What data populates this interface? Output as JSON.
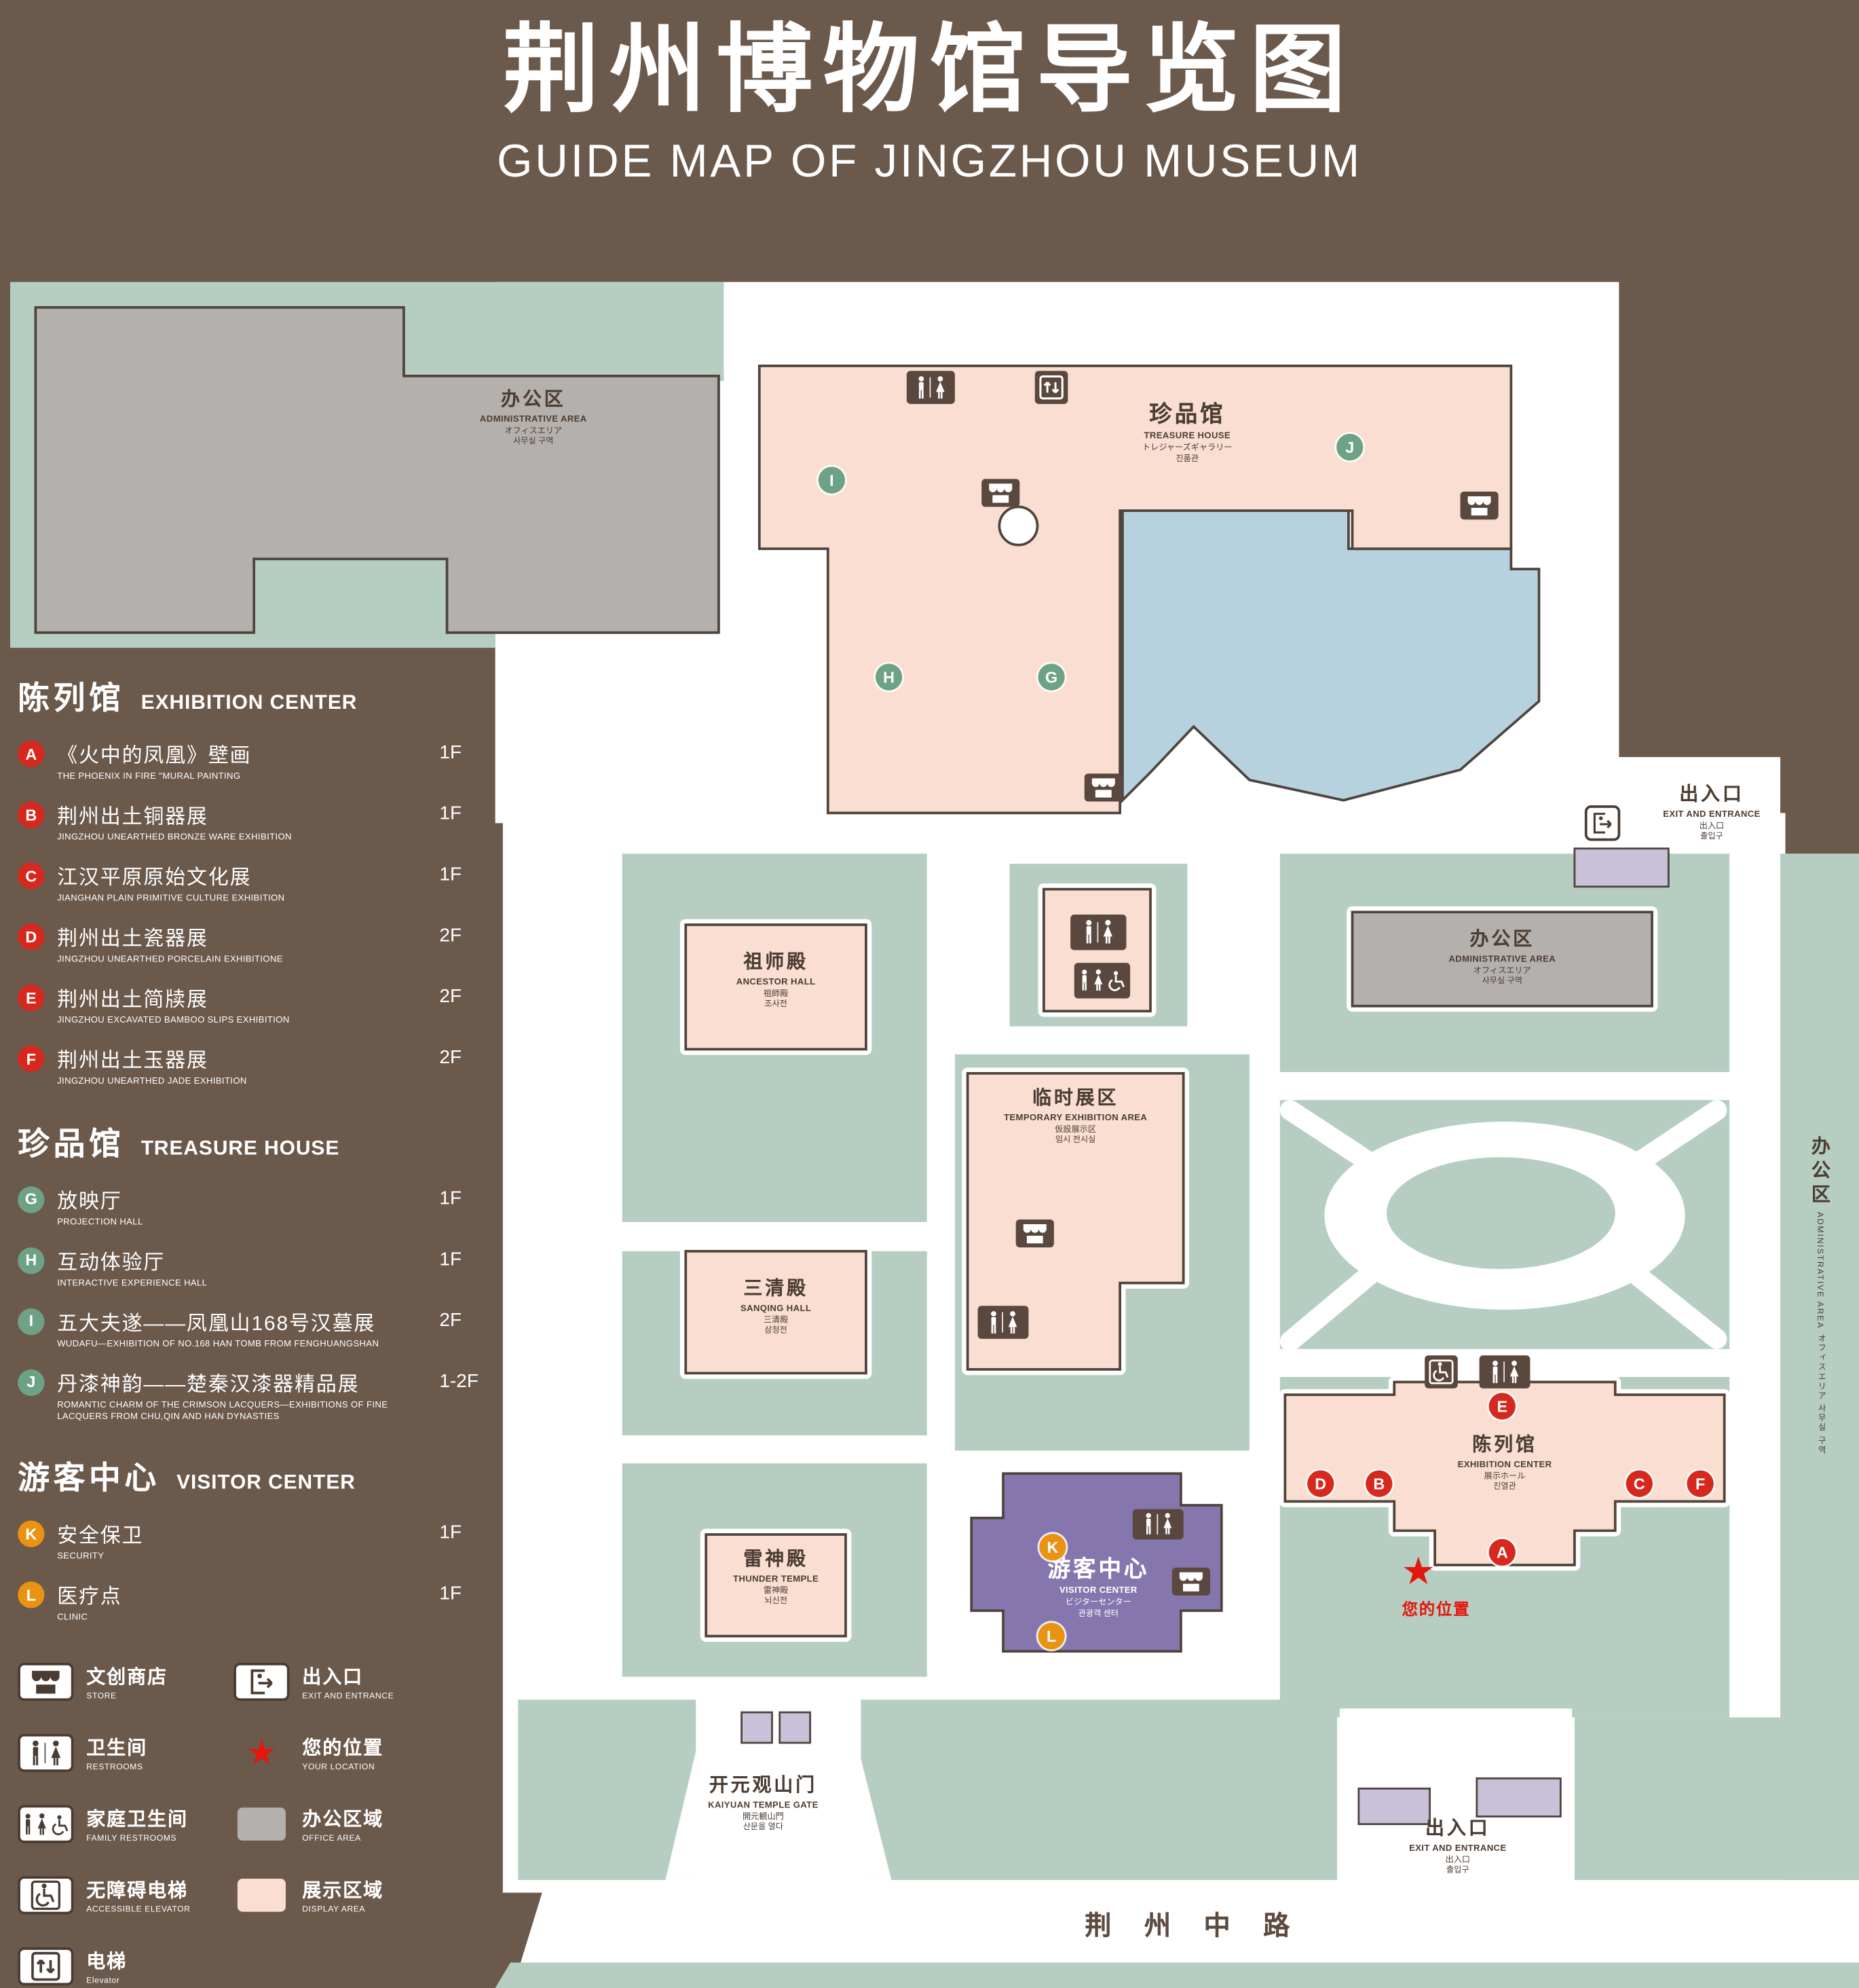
{
  "header": {
    "title": "荆州博物馆导览图",
    "subtitle": "GUIDE MAP OF JINGZHOU MUSEUM"
  },
  "legend": {
    "sections": [
      {
        "title_zh": "陈列馆",
        "title_en": "EXHIBITION CENTER",
        "items": [
          {
            "key": "A",
            "zh": "《火中的凤凰》壁画",
            "en": "THE PHOENIX IN FIRE \"MURAL PAINTING",
            "floor": "1F"
          },
          {
            "key": "B",
            "zh": "荆州出土铜器展",
            "en": "JINGZHOU UNEARTHED BRONZE WARE EXHIBITION",
            "floor": "1F"
          },
          {
            "key": "C",
            "zh": "江汉平原原始文化展",
            "en": "JIANGHAN PLAIN PRIMITIVE CULTURE EXHIBITION",
            "floor": "1F"
          },
          {
            "key": "D",
            "zh": "荆州出土瓷器展",
            "en": "JINGZHOU UNEARTHED PORCELAIN EXHIBITIONE",
            "floor": "2F"
          },
          {
            "key": "E",
            "zh": "荆州出土简牍展",
            "en": "JINGZHOU EXCAVATED BAMBOO SLIPS EXHIBITION",
            "floor": "2F"
          },
          {
            "key": "F",
            "zh": "荆州出土玉器展",
            "en": "JINGZHOU UNEARTHED JADE EXHIBITION",
            "floor": "2F"
          }
        ]
      },
      {
        "title_zh": "珍品馆",
        "title_en": "TREASURE HOUSE",
        "items": [
          {
            "key": "G",
            "zh": "放映厅",
            "en": "PROJECTION HALL",
            "floor": "1F"
          },
          {
            "key": "H",
            "zh": "互动体验厅",
            "en": "INTERACTIVE EXPERIENCE HALL",
            "floor": "1F"
          },
          {
            "key": "I",
            "zh": "五大夫遂——凤凰山168号汉墓展",
            "en": "WUDAFU—EXHIBITION OF NO.168 HAN TOMB FROM FENGHUANGSHAN",
            "floor": "2F"
          },
          {
            "key": "J",
            "zh": "丹漆神韵——楚秦汉漆器精品展",
            "en": "ROMANTIC CHARM OF THE CRIMSON LACQUERS—EXHIBITIONS OF FINE LACQUERS FROM CHU,QIN AND HAN DYNASTIES",
            "floor": "1-2F"
          }
        ]
      },
      {
        "title_zh": "游客中心",
        "title_en": "VISITOR CENTER",
        "items": [
          {
            "key": "K",
            "zh": "安全保卫",
            "en": "SECURITY",
            "floor": "1F"
          },
          {
            "key": "L",
            "zh": "医疗点",
            "en": "CLINIC",
            "floor": "1F"
          }
        ]
      }
    ],
    "symbols": [
      {
        "zh": "文创商店",
        "en": "STORE"
      },
      {
        "zh": "出入口",
        "en": "EXIT AND ENTRANCE"
      },
      {
        "zh": "卫生间",
        "en": "RESTROOMS"
      },
      {
        "zh": "您的位置",
        "en": "YOUR LOCATION"
      },
      {
        "zh": "家庭卫生间",
        "en": "FAMILY RESTROOMS"
      },
      {
        "zh": "办公区域",
        "en": "OFFICE AREA"
      },
      {
        "zh": "无障碍电梯",
        "en": "ACCESSIBLE ELEVATOR"
      },
      {
        "zh": "展示区域",
        "en": "DISPLAY AREA"
      },
      {
        "zh": "电梯",
        "en": "Elevator"
      }
    ]
  },
  "map": {
    "labels": {
      "admin_top": {
        "zh": "办公区",
        "en": "ADMINISTRATIVE AREA",
        "jp": "オフィスエリア",
        "kr": "사무실 구역"
      },
      "treasure_house": {
        "zh": "珍品馆",
        "en": "TREASURE HOUSE",
        "jp": "トレジャーズギャラリー",
        "kr": "진품관"
      },
      "exit_right": {
        "zh": "出入口",
        "en": "EXIT AND ENTRANCE",
        "jp": "出入口",
        "kr": "출입구"
      },
      "admin_mid": {
        "zh": "办公区",
        "en": "ADMINISTRATIVE AREA",
        "jp": "オフィスエリア",
        "kr": "사무실 구역"
      },
      "ancestor_hall": {
        "zh": "祖师殿",
        "en": "ANCESTOR HALL",
        "jp": "祖師殿",
        "kr": "조사전"
      },
      "temp_exhibition": {
        "zh": "临时展区",
        "en": "TEMPORARY EXHIBITION AREA",
        "jp": "仮設展示区",
        "kr": "임시 전시실"
      },
      "sanqing_hall": {
        "zh": "三清殿",
        "en": "SANQING HALL",
        "jp": "三清殿",
        "kr": "삼청전"
      },
      "thunder_temple": {
        "zh": "雷神殿",
        "en": "THUNDER TEMPLE",
        "jp": "雷神殿",
        "kr": "뇌신전"
      },
      "visitor_center": {
        "zh": "游客中心",
        "en": "VISITOR CENTER",
        "jp": "ビジターセンター",
        "kr": "관광객 센터"
      },
      "exhibition_center": {
        "zh": "陈列馆",
        "en": "EXHIBITION CENTER",
        "jp": "展示ホール",
        "kr": "진열관"
      },
      "admin_right": {
        "zh": "办公区",
        "en": "ADMINISTRATIVE AREA",
        "jp": "オフィスエリア",
        "kr": "사무실 구역"
      },
      "gate": {
        "zh": "开元观山门",
        "en": "KAIYUAN TEMPLE GATE",
        "jp": "開元観山門",
        "kr": "산문을 열다"
      },
      "exit_bottom": {
        "zh": "出入口",
        "en": "EXIT AND ENTRANCE",
        "jp": "出入口",
        "kr": "출입구"
      },
      "your_location": "您的位置",
      "road": "荆 州 中 路"
    },
    "markers": {
      "A": "A",
      "B": "B",
      "C": "C",
      "D": "D",
      "E": "E",
      "F": "F",
      "G": "G",
      "H": "H",
      "I": "I",
      "J": "J",
      "K": "K",
      "L": "L"
    }
  },
  "colors": {
    "background": "#6b594c",
    "green": "#b6cec1",
    "display_pink": "#f9ded1",
    "office_gray": "#b4b0ad",
    "water_blue": "#b6d2df",
    "visitor_purple": "#8577ad",
    "marker_red": "#d7281e",
    "marker_green": "#6ea287",
    "marker_orange": "#ea9312",
    "icon_brown": "#5a483e",
    "star_red": "#e3170d"
  }
}
